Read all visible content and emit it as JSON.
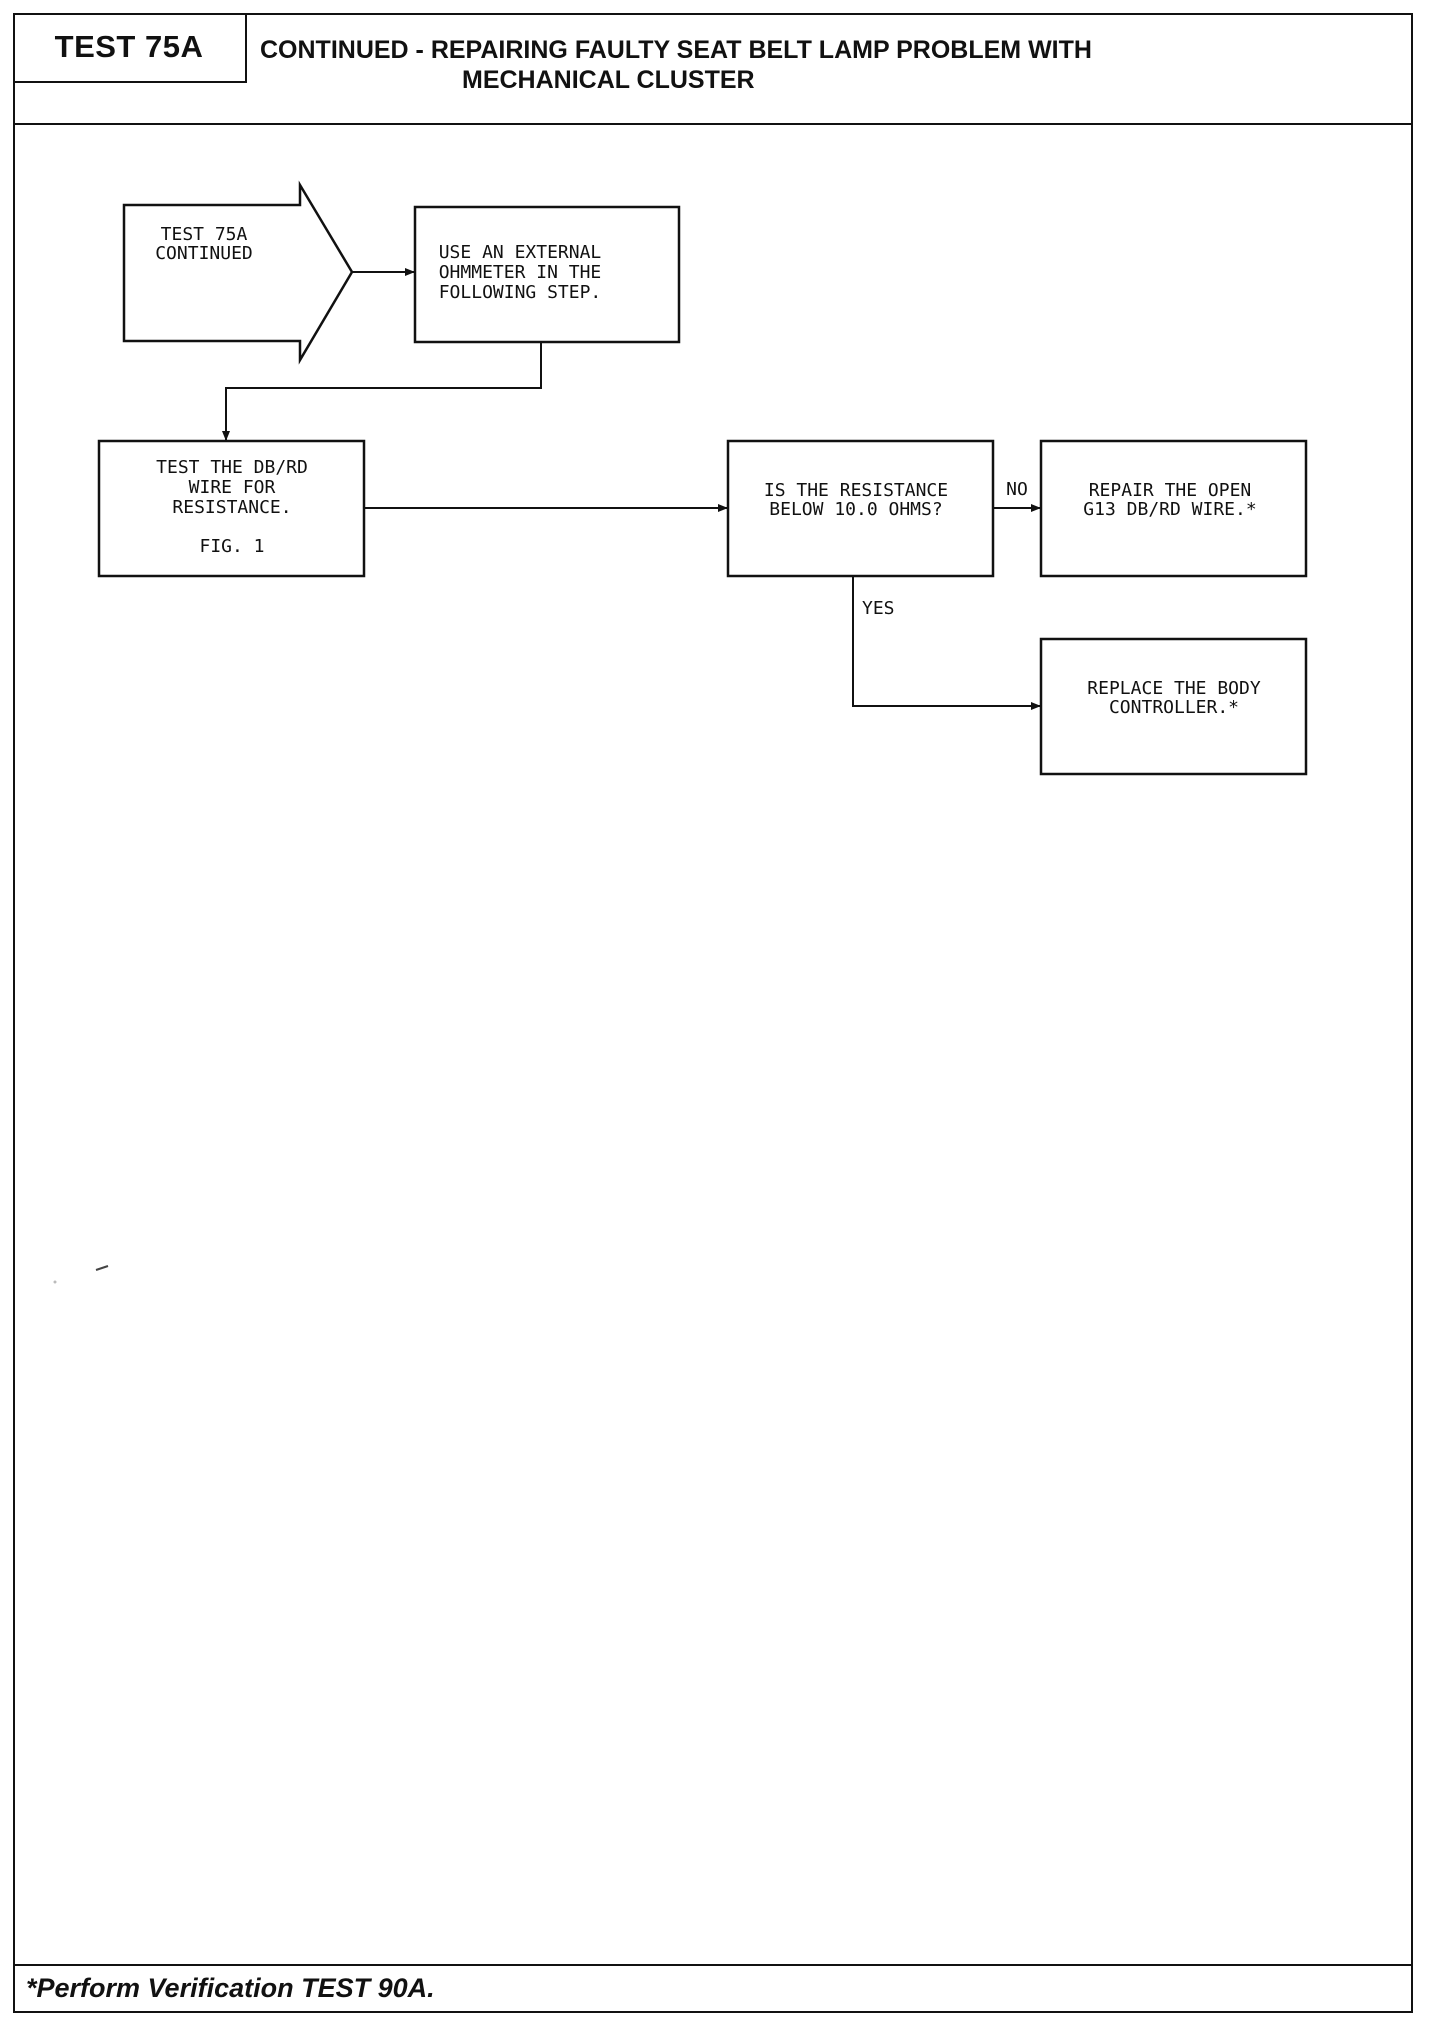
{
  "header": {
    "test_id": "TEST 75A",
    "title_line1": "CONTINUED -  REPAIRING FAULTY SEAT BELT LAMP PROBLEM WITH",
    "title_line2": "MECHANICAL CLUSTER"
  },
  "flowchart": {
    "start": {
      "line1": "TEST 75A",
      "line2": "CONTINUED"
    },
    "step1": {
      "line1": "USE AN EXTERNAL",
      "line2": "OHMMETER IN THE",
      "line3": "FOLLOWING STEP."
    },
    "step2": {
      "line1": "TEST THE DB/RD",
      "line2": "WIRE FOR",
      "line3": "RESISTANCE.",
      "ref": "FIG. 1"
    },
    "decision": {
      "line1": "IS THE RESISTANCE",
      "line2": "BELOW 10.0 OHMS?"
    },
    "no_label": "NO",
    "yes_label": "YES",
    "result_no": {
      "line1": "REPAIR THE OPEN",
      "line2": "G13 DB/RD WIRE.*"
    },
    "result_yes": {
      "line1": "REPLACE THE BODY",
      "line2": "CONTROLLER.*"
    }
  },
  "footer": {
    "note": "*Perform Verification TEST 90A."
  }
}
